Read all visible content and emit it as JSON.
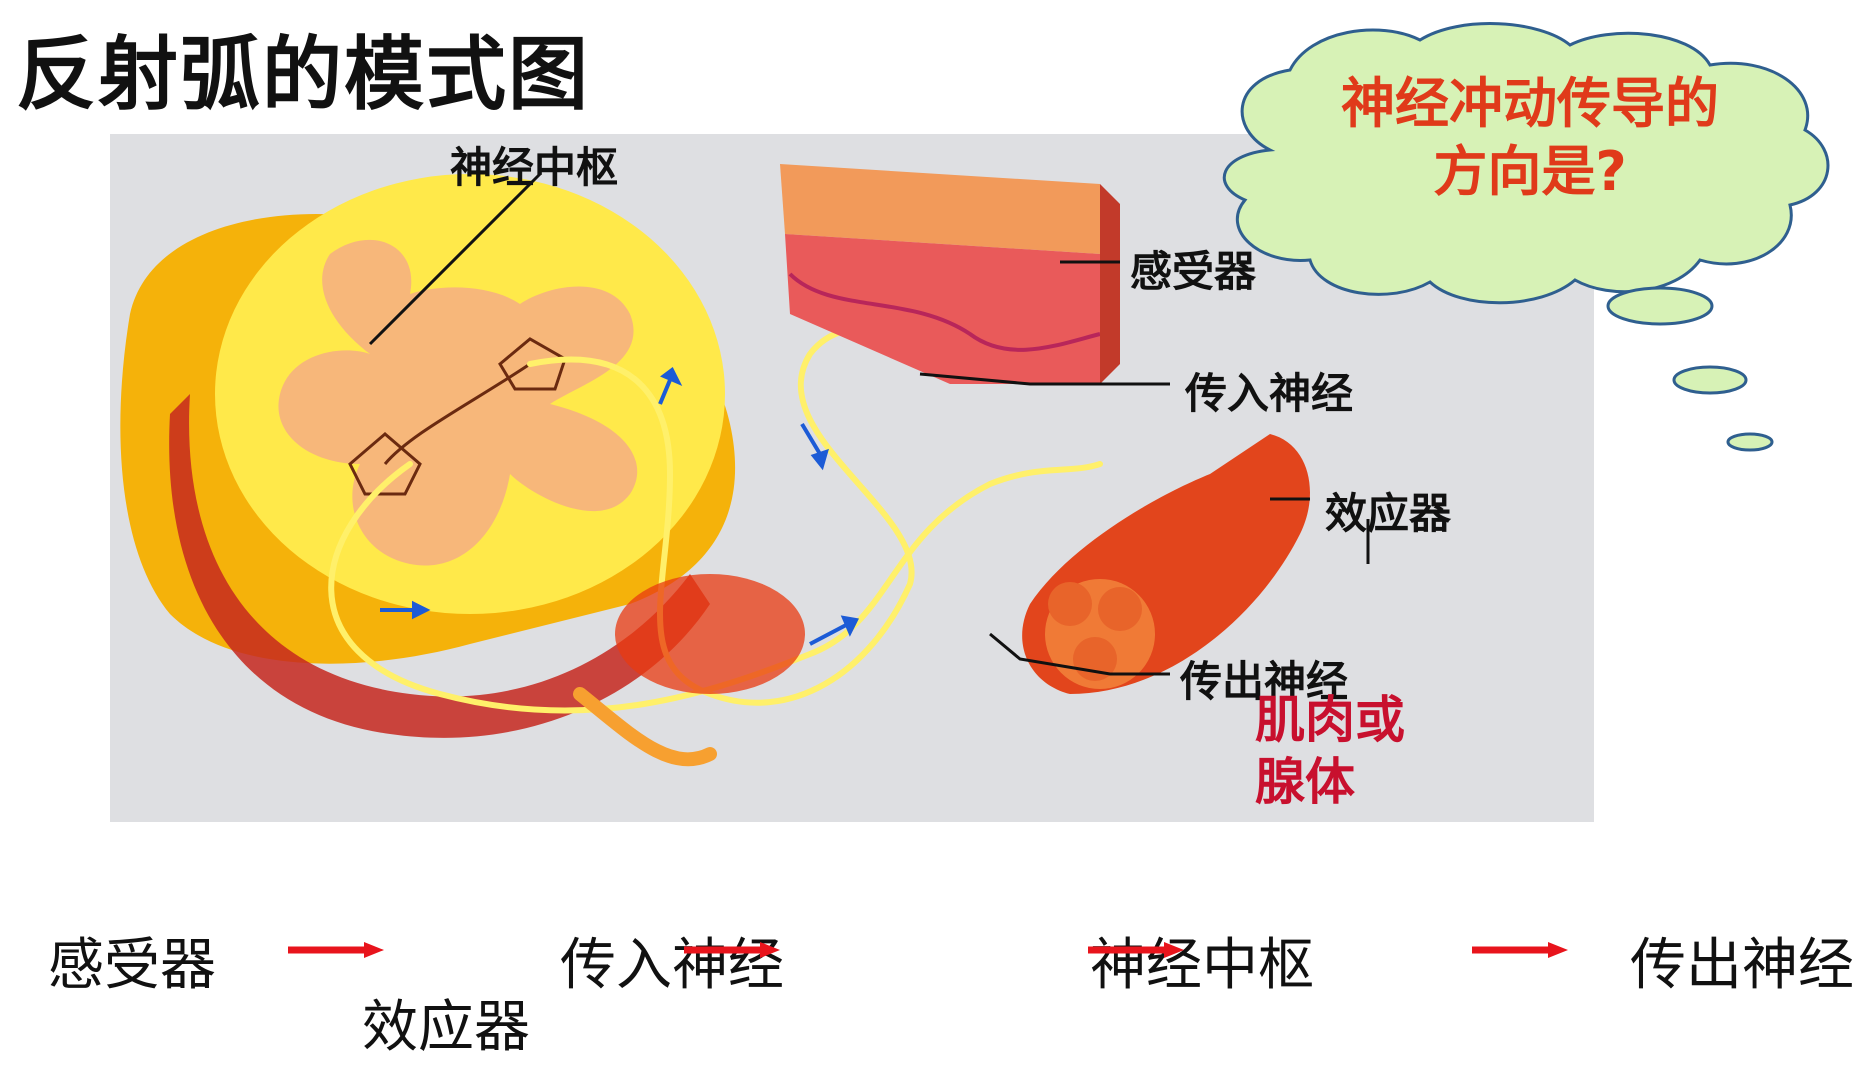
{
  "title": "反射弧的模式图",
  "labels": {
    "center": "神经中枢",
    "receptor": "感受器",
    "afferent": "传入神经",
    "effector": "效应器",
    "effector_note_line1": "肌肉或",
    "effector_note_line2": "腺体",
    "efferent": "传出神经"
  },
  "cloud": {
    "line1": "神经冲动传导的",
    "line2": "方向是?"
  },
  "sequence": [
    "感受器",
    "传入神经",
    "神经中枢",
    "传出神经",
    "效应器"
  ],
  "colors": {
    "arrow": "#e8141c",
    "cloud_fill": "#d7f2b6",
    "cloud_stroke": "#2f5f8f",
    "note_red": "#c8102e"
  }
}
